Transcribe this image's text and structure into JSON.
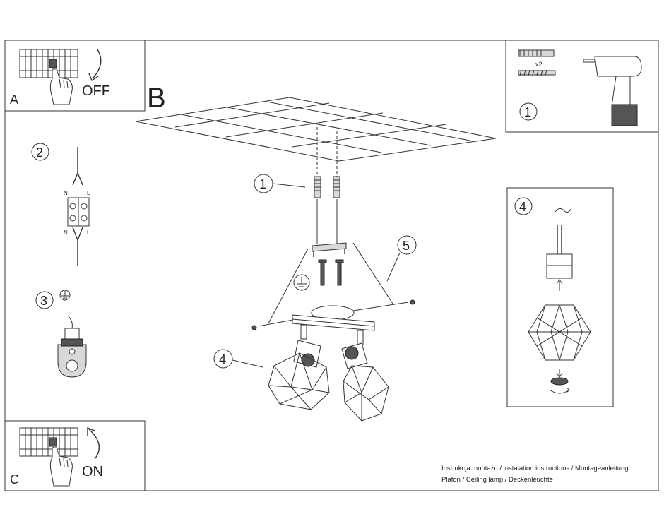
{
  "panels": {
    "a": {
      "letter": "A",
      "label": "OFF"
    },
    "b": {
      "letter": "B"
    },
    "c": {
      "letter": "C",
      "label": "ON"
    }
  },
  "parts": {
    "p1": "1",
    "p2": "2",
    "p3": "3",
    "p4": "4",
    "p5": "5",
    "screw_qty": "x2"
  },
  "wiring": {
    "n": "N",
    "l": "L"
  },
  "footer": {
    "line1": "Instrukcja montażu / instalation instructions / Montageanleitung",
    "line2": "Plafon / Ceiling lamp / Deckenleuchte"
  }
}
